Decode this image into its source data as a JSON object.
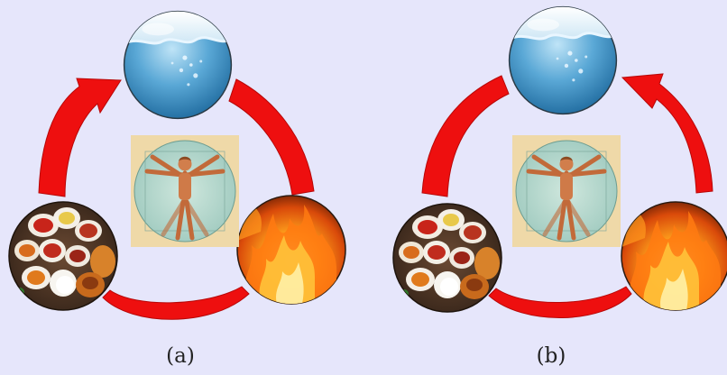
{
  "figure": {
    "background": "#e6e6fb",
    "arrow_color": "#ee0f0f",
    "panels": [
      {
        "caption": "(a)",
        "nodes": [
          {
            "id": "water",
            "depicts": "water-with-bubbles"
          },
          {
            "id": "fire",
            "depicts": "flames"
          },
          {
            "id": "food",
            "depicts": "platter-of-dishes"
          },
          {
            "id": "center",
            "depicts": "vitruvian-man"
          }
        ],
        "connections": [
          {
            "from": "food",
            "to": "water",
            "arrowhead": true
          },
          {
            "from": "water",
            "to": "fire",
            "arrowhead": false
          },
          {
            "from": "fire",
            "to": "food",
            "arrowhead": false
          }
        ]
      },
      {
        "caption": "(b)",
        "nodes": [
          {
            "id": "water",
            "depicts": "water-with-bubbles"
          },
          {
            "id": "fire",
            "depicts": "flames"
          },
          {
            "id": "food",
            "depicts": "platter-of-dishes"
          },
          {
            "id": "center",
            "depicts": "vitruvian-man"
          }
        ],
        "connections": [
          {
            "from": "food",
            "to": "water",
            "arrowhead": false
          },
          {
            "from": "fire",
            "to": "water",
            "arrowhead": true
          },
          {
            "from": "fire",
            "to": "food",
            "arrowhead": false
          }
        ]
      }
    ]
  }
}
